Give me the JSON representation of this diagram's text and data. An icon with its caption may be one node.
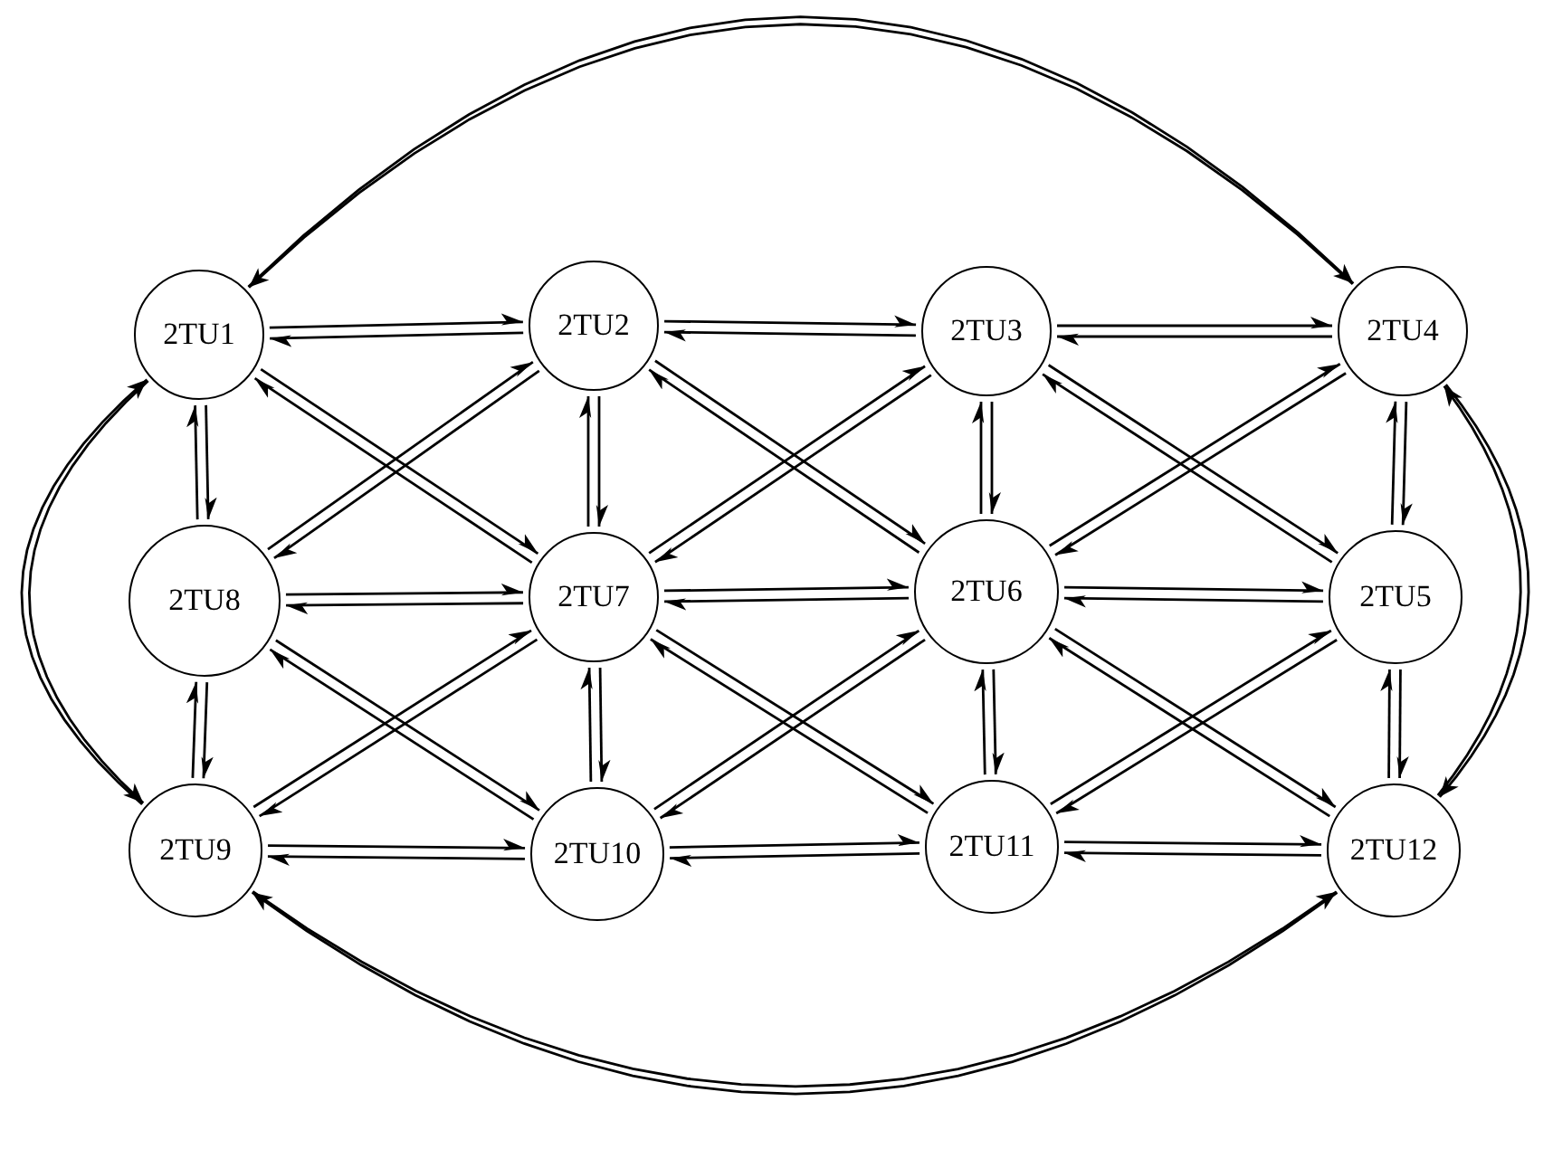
{
  "diagram": {
    "nodes": [
      {
        "text": [
          "2TU1"
        ]
      },
      {
        "text": [
          "2TU2"
        ]
      },
      {
        "text": [
          "2TU3"
        ]
      },
      {
        "text": [
          "2TU4"
        ]
      },
      {
        "text": [
          "2TU8"
        ]
      },
      {
        "text": [
          "2TU7"
        ]
      },
      {
        "text": [
          "2TU6"
        ]
      },
      {
        "text": [
          "2TU5"
        ]
      },
      {
        "text": [
          "2TU9"
        ]
      },
      {
        "text": [
          "2TU10"
        ]
      },
      {
        "text": [
          "2TU11"
        ]
      },
      {
        "text": [
          "2TU12"
        ]
      }
    ],
    "edges": [
      {
        "from": 0,
        "to": 1,
        "arrow": "to"
      },
      {
        "from": 1,
        "to": 0,
        "arrow": "to"
      },
      {
        "from": 1,
        "to": 2,
        "arrow": "to"
      },
      {
        "from": 2,
        "to": 1,
        "arrow": "to"
      },
      {
        "from": 2,
        "to": 3,
        "arrow": "to"
      },
      {
        "from": 3,
        "to": 2,
        "arrow": "to"
      },
      {
        "from": 4,
        "to": 5,
        "arrow": "to"
      },
      {
        "from": 5,
        "to": 4,
        "arrow": "to"
      },
      {
        "from": 5,
        "to": 6,
        "arrow": "to"
      },
      {
        "from": 6,
        "to": 5,
        "arrow": "to"
      },
      {
        "from": 6,
        "to": 7,
        "arrow": "to"
      },
      {
        "from": 7,
        "to": 6,
        "arrow": "to"
      },
      {
        "from": 8,
        "to": 9,
        "arrow": "to"
      },
      {
        "from": 9,
        "to": 8,
        "arrow": "to"
      },
      {
        "from": 9,
        "to": 10,
        "arrow": "to"
      },
      {
        "from": 10,
        "to": 9,
        "arrow": "to"
      },
      {
        "from": 10,
        "to": 11,
        "arrow": "to"
      },
      {
        "from": 11,
        "to": 10,
        "arrow": "to"
      },
      {
        "from": 0,
        "to": 4,
        "arrow": "to"
      },
      {
        "from": 4,
        "to": 0,
        "arrow": "to"
      },
      {
        "from": 4,
        "to": 8,
        "arrow": "to"
      },
      {
        "from": 8,
        "to": 4,
        "arrow": "to"
      },
      {
        "from": 1,
        "to": 5,
        "arrow": "to"
      },
      {
        "from": 5,
        "to": 1,
        "arrow": "to"
      },
      {
        "from": 5,
        "to": 9,
        "arrow": "to"
      },
      {
        "from": 9,
        "to": 5,
        "arrow": "to"
      },
      {
        "from": 2,
        "to": 6,
        "arrow": "to"
      },
      {
        "from": 6,
        "to": 2,
        "arrow": "to"
      },
      {
        "from": 6,
        "to": 10,
        "arrow": "to"
      },
      {
        "from": 10,
        "to": 6,
        "arrow": "to"
      },
      {
        "from": 3,
        "to": 7,
        "arrow": "to"
      },
      {
        "from": 7,
        "to": 3,
        "arrow": "to"
      },
      {
        "from": 7,
        "to": 11,
        "arrow": "to"
      },
      {
        "from": 11,
        "to": 7,
        "arrow": "to"
      },
      {
        "from": 0,
        "to": 5,
        "arrow": "to"
      },
      {
        "from": 5,
        "to": 0,
        "arrow": "to"
      },
      {
        "from": 4,
        "to": 1,
        "arrow": "to"
      },
      {
        "from": 1,
        "to": 4,
        "arrow": "to"
      },
      {
        "from": 1,
        "to": 6,
        "arrow": "to"
      },
      {
        "from": 6,
        "to": 1,
        "arrow": "to"
      },
      {
        "from": 5,
        "to": 2,
        "arrow": "to"
      },
      {
        "from": 2,
        "to": 5,
        "arrow": "to"
      },
      {
        "from": 2,
        "to": 7,
        "arrow": "to"
      },
      {
        "from": 7,
        "to": 2,
        "arrow": "to"
      },
      {
        "from": 6,
        "to": 3,
        "arrow": "to"
      },
      {
        "from": 3,
        "to": 6,
        "arrow": "to"
      },
      {
        "from": 4,
        "to": 9,
        "arrow": "to"
      },
      {
        "from": 9,
        "to": 4,
        "arrow": "to"
      },
      {
        "from": 8,
        "to": 5,
        "arrow": "to"
      },
      {
        "from": 5,
        "to": 8,
        "arrow": "to"
      },
      {
        "from": 5,
        "to": 10,
        "arrow": "to"
      },
      {
        "from": 10,
        "to": 5,
        "arrow": "to"
      },
      {
        "from": 9,
        "to": 6,
        "arrow": "to"
      },
      {
        "from": 6,
        "to": 9,
        "arrow": "to"
      },
      {
        "from": 6,
        "to": 11,
        "arrow": "to"
      },
      {
        "from": 11,
        "to": 6,
        "arrow": "to"
      },
      {
        "from": 10,
        "to": 7,
        "arrow": "to"
      },
      {
        "from": 7,
        "to": 10,
        "arrow": "to"
      },
      {
        "from": 0,
        "to": 3,
        "arrow": "to"
      },
      {
        "from": 3,
        "to": 0,
        "arrow": "to"
      },
      {
        "from": 8,
        "to": 11,
        "arrow": "to"
      },
      {
        "from": 11,
        "to": 8,
        "arrow": "to"
      },
      {
        "from": 0,
        "to": 8,
        "arrow": "to"
      },
      {
        "from": 8,
        "to": 0,
        "arrow": "to"
      },
      {
        "from": 3,
        "to": 11,
        "arrow": "to"
      },
      {
        "from": 11,
        "to": 3,
        "arrow": "to"
      }
    ]
  }
}
